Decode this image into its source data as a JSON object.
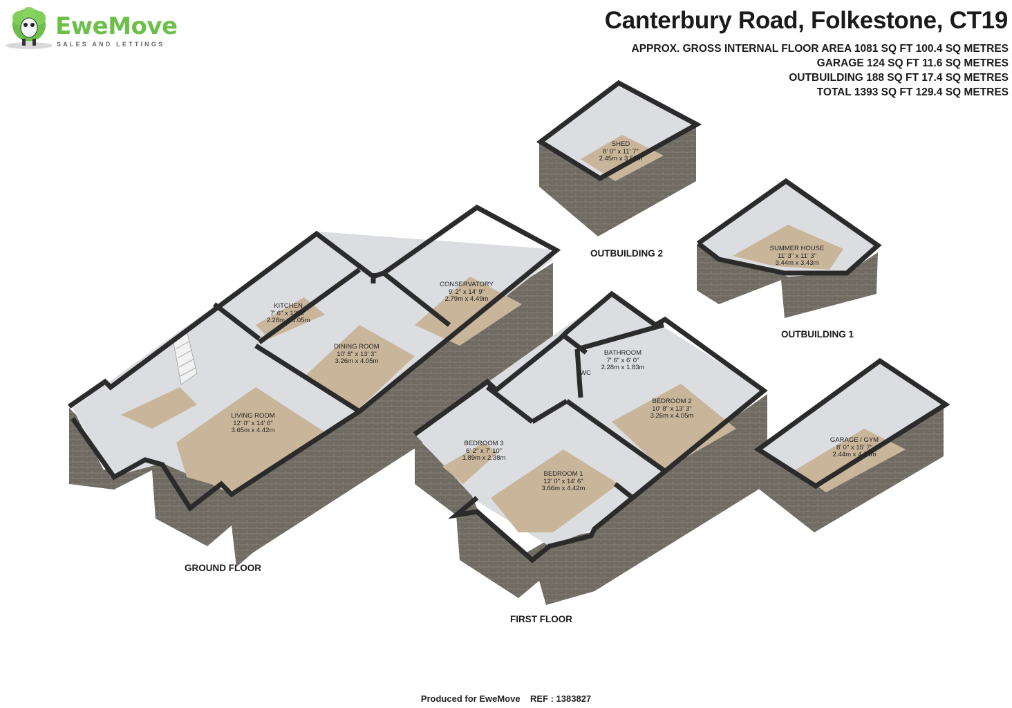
{
  "brand": {
    "name": "EweMove",
    "tagline": "SALES AND LETTINGS",
    "accent": "#6cc04a"
  },
  "title": "Canterbury Road, Folkestone, CT19",
  "areas": [
    "APPROX. GROSS INTERNAL FLOOR AREA 1081 SQ FT 100.4 SQ METRES",
    "GARAGE 124 SQ FT 11.6 SQ METRES",
    "OUTBUILDING 188 SQ FT 17.4 SQ METRES",
    "TOTAL 1393 SQ FT 129.4 SQ METRES"
  ],
  "floors": {
    "ground": "GROUND FLOOR",
    "first": "FIRST FLOOR",
    "outbuilding1": "OUTBUILDING 1",
    "outbuilding2": "OUTBUILDING 2"
  },
  "rooms": {
    "living": {
      "name": "LIVING ROOM",
      "imperial": "12' 0\" x 14' 6\"",
      "metric": "3.65m x 4.42m"
    },
    "kitchen": {
      "name": "KITCHEN",
      "imperial": "7' 6\" x 13' 3\"",
      "metric": "2.28m x 4.05m"
    },
    "dining": {
      "name": "DINING ROOM",
      "imperial": "10' 8\" x 13' 3\"",
      "metric": "3.26m x 4.05m"
    },
    "conservatory": {
      "name": "CONSERVATORY",
      "imperial": "9' 2\" x 14' 9\"",
      "metric": "2.79m x 4.49m"
    },
    "bathroom": {
      "name": "BATHROOM",
      "imperial": "7' 6\" x 6' 0\"",
      "metric": "2.28m x 1.83m"
    },
    "wc": {
      "name": "WC"
    },
    "bedroom2": {
      "name": "BEDROOM 2",
      "imperial": "10' 8\" x 13' 3\"",
      "metric": "3.26m x 4.05m"
    },
    "bedroom3": {
      "name": "BEDROOM 3",
      "imperial": "6' 2\" x 7' 10\"",
      "metric": "1.89m x 2.38m"
    },
    "bedroom1": {
      "name": "BEDROOM 1",
      "imperial": "12' 0\" x 14' 6\"",
      "metric": "3.66m x 4.42m"
    },
    "shed": {
      "name": "SHED",
      "imperial": "8' 0\" x 11' 7\"",
      "metric": "2.45m x 3.53m"
    },
    "summer": {
      "name": "SUMMER HOUSE",
      "imperial": "11' 3\" x 11' 3\"",
      "metric": "3.44m x 3.43m"
    },
    "garage": {
      "name": "GARAGE / GYM",
      "imperial": "8' 0\" x 15' 7\"",
      "metric": "2.44m x 4.74m"
    }
  },
  "footer": "Produced for EweMove    REF : 1383827",
  "colors": {
    "floor": "#c9b59a",
    "wall": "#2b2b2b",
    "brick": "#6f6a62",
    "inner": "#d9dade"
  }
}
